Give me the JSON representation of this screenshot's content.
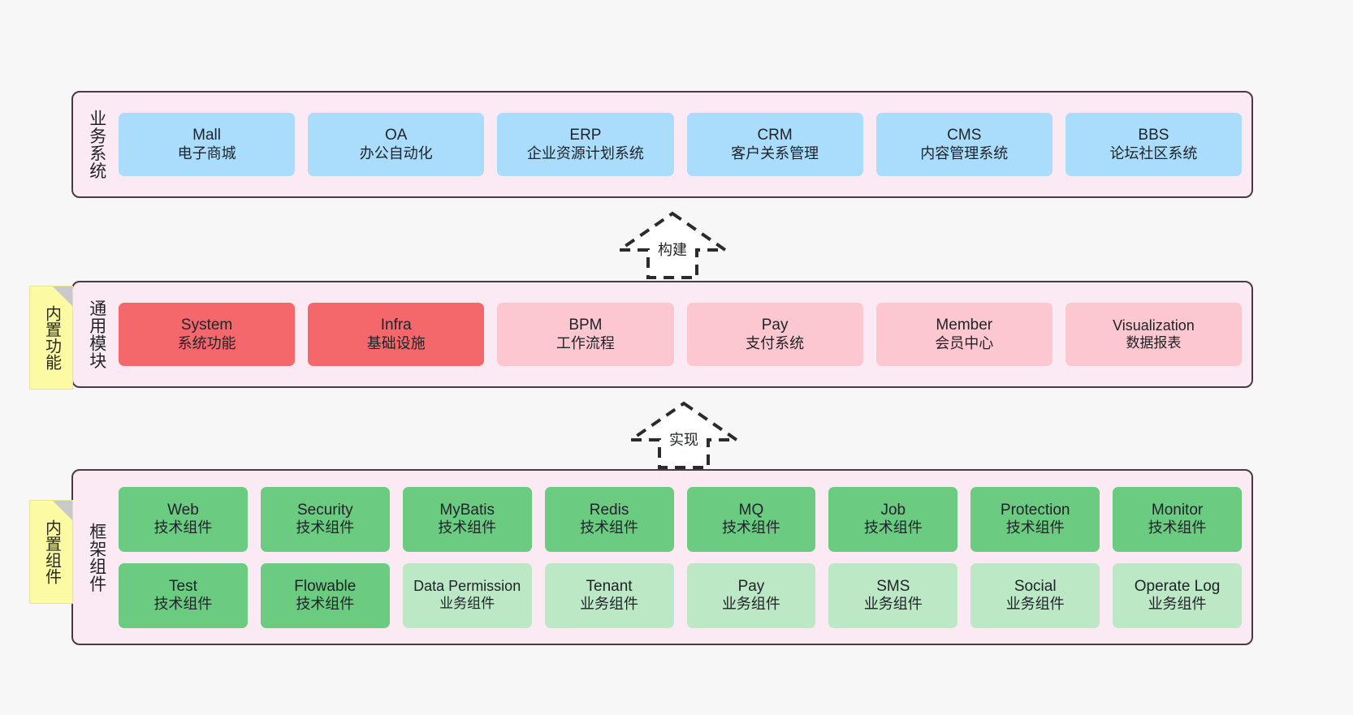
{
  "diagram": {
    "background": "#f7f7f7",
    "accent_border": "#4a3a42",
    "band_bg": "#fbeaf4",
    "note_bg": "#fcfaa3",
    "colors": {
      "business": "#aadcfb",
      "module_active": "#f4676b",
      "module_plain": "#fdc7cf",
      "tech_component": "#6bcb81",
      "business_component": "#bde8c6"
    }
  },
  "layers": {
    "business_systems": {
      "title": "业务系统",
      "cards": [
        {
          "name": "Mall",
          "desc": "电子商城"
        },
        {
          "name": "OA",
          "desc": "办公自动化"
        },
        {
          "name": "ERP",
          "desc": "企业资源计划系统"
        },
        {
          "name": "CRM",
          "desc": "客户关系管理"
        },
        {
          "name": "CMS",
          "desc": "内容管理系统"
        },
        {
          "name": "BBS",
          "desc": "论坛社区系统"
        }
      ]
    },
    "common_modules": {
      "title": "通用模块",
      "note": "内置功能",
      "cards": [
        {
          "name": "System",
          "desc": "系统功能",
          "variant": "red"
        },
        {
          "name": "Infra",
          "desc": "基础设施",
          "variant": "red"
        },
        {
          "name": "BPM",
          "desc": "工作流程",
          "variant": "pink"
        },
        {
          "name": "Pay",
          "desc": "支付系统",
          "variant": "pink"
        },
        {
          "name": "Member",
          "desc": "会员中心",
          "variant": "pink"
        },
        {
          "name": "Visualization",
          "desc": "数据报表",
          "variant": "pink"
        }
      ]
    },
    "framework_components": {
      "title": "框架组件",
      "note": "内置组件",
      "rows": [
        [
          {
            "name": "Web",
            "desc": "技术组件",
            "variant": "green"
          },
          {
            "name": "Security",
            "desc": "技术组件",
            "variant": "green"
          },
          {
            "name": "MyBatis",
            "desc": "技术组件",
            "variant": "green"
          },
          {
            "name": "Redis",
            "desc": "技术组件",
            "variant": "green"
          },
          {
            "name": "MQ",
            "desc": "技术组件",
            "variant": "green"
          },
          {
            "name": "Job",
            "desc": "技术组件",
            "variant": "green"
          },
          {
            "name": "Protection",
            "desc": "技术组件",
            "variant": "green"
          },
          {
            "name": "Monitor",
            "desc": "技术组件",
            "variant": "green"
          }
        ],
        [
          {
            "name": "Test",
            "desc": "技术组件",
            "variant": "green"
          },
          {
            "name": "Flowable",
            "desc": "技术组件",
            "variant": "green"
          },
          {
            "name": "Data Permission",
            "desc": "业务组件",
            "variant": "green-light"
          },
          {
            "name": "Tenant",
            "desc": "业务组件",
            "variant": "green-light"
          },
          {
            "name": "Pay",
            "desc": "业务组件",
            "variant": "green-light"
          },
          {
            "name": "SMS",
            "desc": "业务组件",
            "variant": "green-light"
          },
          {
            "name": "Social",
            "desc": "业务组件",
            "variant": "green-light"
          },
          {
            "name": "Operate Log",
            "desc": "业务组件",
            "variant": "green-light"
          }
        ]
      ]
    }
  },
  "connectors": [
    {
      "label": "构建"
    },
    {
      "label": "实现"
    }
  ]
}
